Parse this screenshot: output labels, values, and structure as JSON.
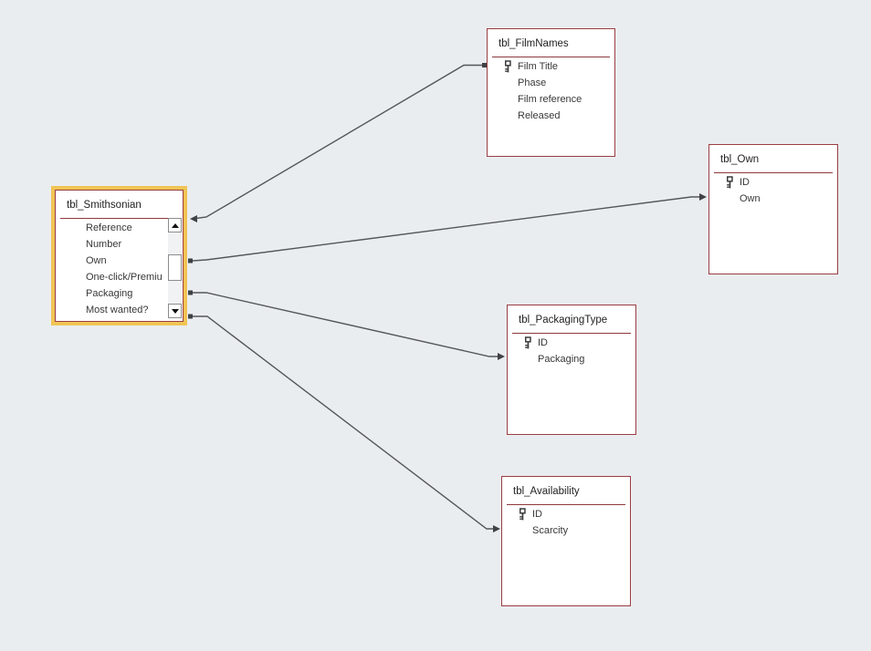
{
  "app": "Access Relationships canvas",
  "colors": {
    "canvas_background": "#eaedf0",
    "table_background": "#ffffff",
    "table_border": "#9a3d42",
    "title_separator": "#8e393d",
    "selection_highlight": "#f0c455",
    "relationship_line": "#54575a",
    "text": "#383838"
  },
  "tables": {
    "smithsonian": {
      "title": "tbl_Smithsonian",
      "selected": true,
      "has_scrollbar": true,
      "fields": [
        {
          "name": "Reference",
          "key": false
        },
        {
          "name": "Number",
          "key": false
        },
        {
          "name": "Own",
          "key": false
        },
        {
          "name": "One-click/Premiu",
          "key": false
        },
        {
          "name": "Packaging",
          "key": false
        },
        {
          "name": "Most wanted?",
          "key": false
        }
      ]
    },
    "film_names": {
      "title": "tbl_FilmNames",
      "selected": false,
      "has_scrollbar": false,
      "fields": [
        {
          "name": "Film Title",
          "key": true
        },
        {
          "name": "Phase",
          "key": false
        },
        {
          "name": "Film reference",
          "key": false
        },
        {
          "name": "Released",
          "key": false
        }
      ]
    },
    "own": {
      "title": "tbl_Own",
      "selected": false,
      "has_scrollbar": false,
      "fields": [
        {
          "name": "ID",
          "key": true
        },
        {
          "name": "Own",
          "key": false
        }
      ]
    },
    "packaging_type": {
      "title": "tbl_PackagingType",
      "selected": false,
      "has_scrollbar": false,
      "fields": [
        {
          "name": "ID",
          "key": true
        },
        {
          "name": "Packaging",
          "key": false
        }
      ]
    },
    "availability": {
      "title": "tbl_Availability",
      "selected": false,
      "has_scrollbar": false,
      "fields": [
        {
          "name": "ID",
          "key": true
        },
        {
          "name": "Scarcity",
          "key": false
        }
      ]
    }
  },
  "relationships": [
    {
      "from": "tbl_Smithsonian",
      "to": "tbl_FilmNames"
    },
    {
      "from": "tbl_Smithsonian",
      "to": "tbl_Own"
    },
    {
      "from": "tbl_Smithsonian",
      "to": "tbl_PackagingType"
    },
    {
      "from": "tbl_Smithsonian",
      "to": "tbl_Availability"
    }
  ]
}
